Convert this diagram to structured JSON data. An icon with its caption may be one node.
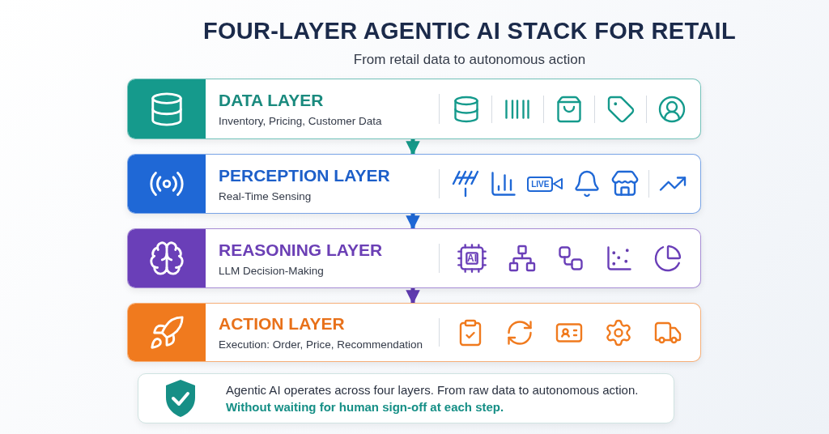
{
  "diagram": {
    "title": "FOUR-LAYER AGENTIC AI STACK FOR RETAIL",
    "nodes": [
      {
        "text": [
          "DATA LAYER",
          "Inventory, Pricing, Customer Data"
        ]
      },
      {
        "text": [
          "PERCEPTION LAYER",
          "Real-Time Sensing"
        ]
      },
      {
        "text": [
          "REASONING LAYER",
          "LLM Decision-Making"
        ]
      },
      {
        "text": [
          "ACTION LAYER",
          "Execution: Order, Price, Recommendation"
        ]
      },
      {
        "text": [
          "Agentic AI operates across four layers. From raw data to autonomous action.",
          "Without waiting for human sign-off at each step."
        ]
      }
    ],
    "edges": [
      {
        "from": 0,
        "to": 1,
        "arrow": "to",
        "color": "#169a8a"
      },
      {
        "from": 1,
        "to": 2,
        "arrow": "to",
        "color": "#1f68d6"
      },
      {
        "from": 2,
        "to": 3,
        "arrow": "to",
        "color": "#5f3bb0"
      }
    ],
    "labels": [
      "From retail data to autonomous action",
      "LIVE",
      "AI"
    ]
  }
}
